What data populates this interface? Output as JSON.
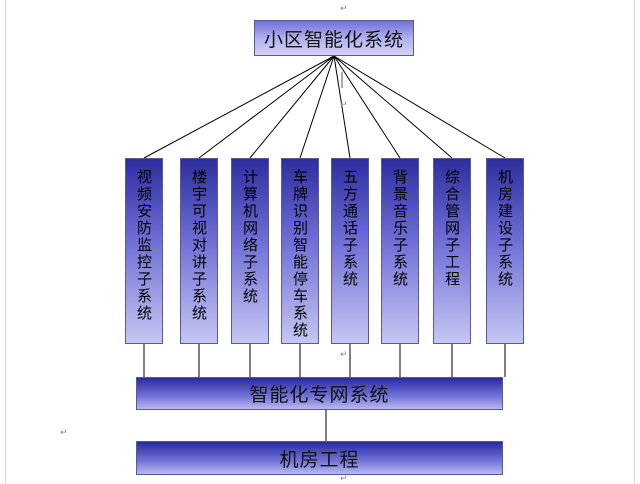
{
  "root": {
    "label": "小区智能化系统"
  },
  "subsystems": [
    {
      "label": "视频安防监控子系统"
    },
    {
      "label": "楼宇可视对讲子系统"
    },
    {
      "label": "计算机网络子系统"
    },
    {
      "label": "车牌识别智能停车系统"
    },
    {
      "label": "五方通话子系统"
    },
    {
      "label": "背景音乐子系统"
    },
    {
      "label": "综合管网子工程"
    },
    {
      "label": "机房建设子系统"
    }
  ],
  "network": {
    "label": "智能化专网系统"
  },
  "machine_room": {
    "label": "机房工程"
  },
  "paragraph_mark": "↵",
  "colors": {
    "box_dark": "#2d2d9e",
    "box_light": "#c6c6f2",
    "line": "#000000"
  }
}
